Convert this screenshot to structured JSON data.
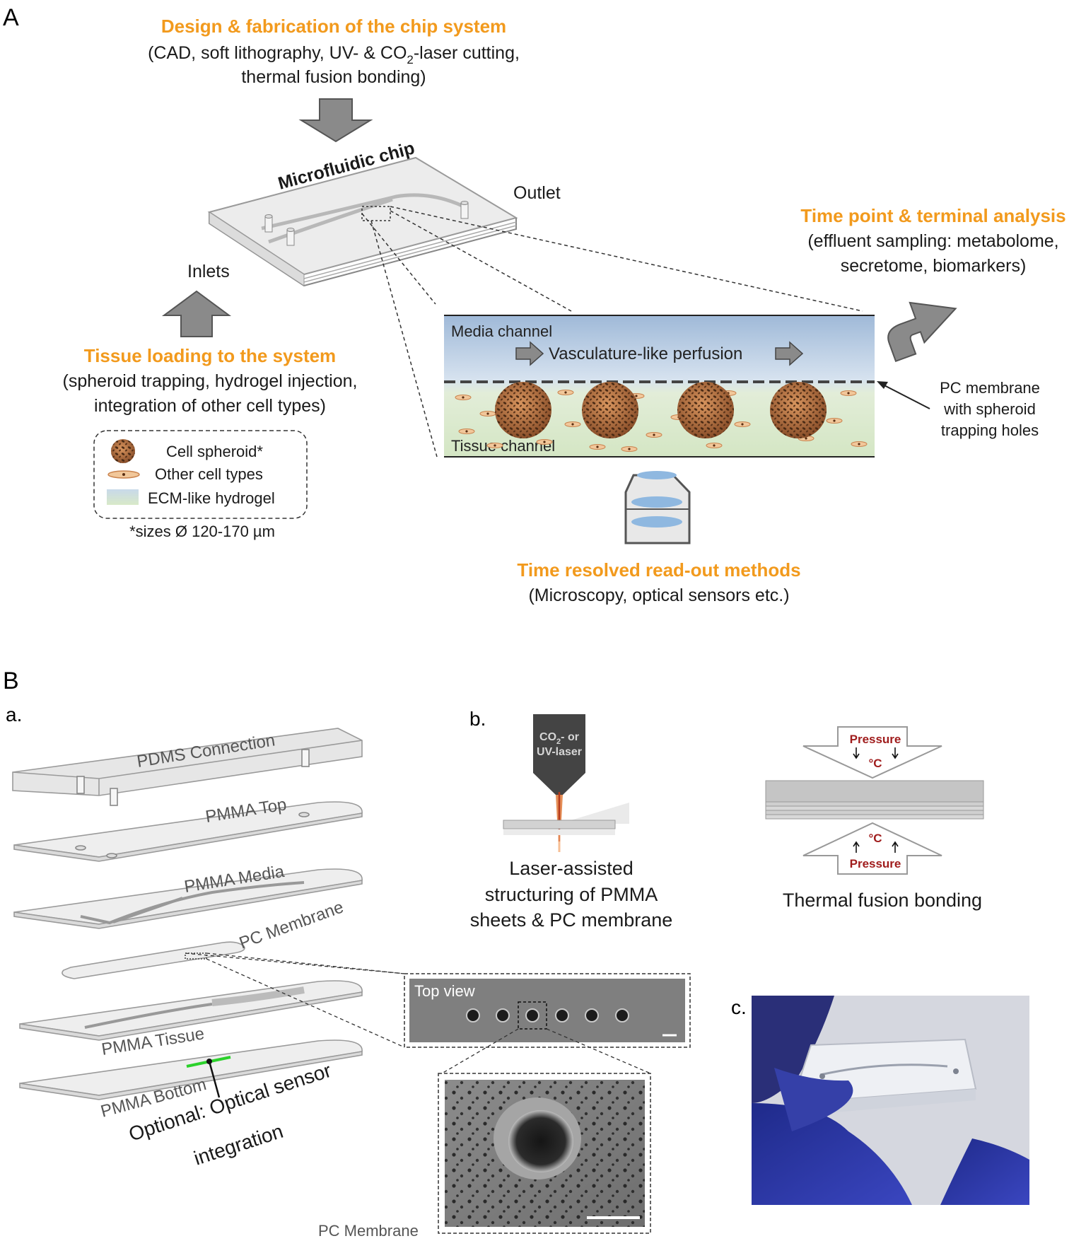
{
  "panel_a": {
    "label": "A",
    "design": {
      "title": "Design & fabrication of the chip system",
      "line1_pre": "(CAD, soft lithography, UV- & CO",
      "line1_sub": "2",
      "line1_post": "-laser cutting,",
      "line2": "thermal fusion bonding)"
    },
    "chip_label": "Microfluidic chip",
    "outlet_label": "Outlet",
    "inlets_label": "Inlets",
    "loading": {
      "title": "Tissue loading to the system",
      "line1": "(spheroid trapping, hydrogel injection,",
      "line2": "integration of other cell types)"
    },
    "legend": {
      "items": [
        "Cell spheroid*",
        "Other cell types",
        "ECM-like hydrogel"
      ],
      "footnote": "*sizes Ø 120-170 µm"
    },
    "channel": {
      "media_label": "Media channel",
      "perfusion_label": "Vasculature-like  perfusion",
      "tissue_label": "Tissue channel"
    },
    "membrane_note": [
      "PC membrane",
      "with spheroid",
      "trapping holes"
    ],
    "terminal": {
      "title": "Time point & terminal analysis",
      "line1": "(effluent sampling: metabolome,",
      "line2": "secretome, biomarkers)"
    },
    "readout": {
      "title": "Time resolved read-out methods",
      "line1": "(Microscopy, optical sensors etc.)"
    }
  },
  "panel_b": {
    "label": "B",
    "sub_a": "a.",
    "sub_b": "b.",
    "sub_c": "c.",
    "layers": [
      "PDMS Connection",
      "PMMA Top",
      "PMMA Media",
      "PC Membrane",
      "PMMA Tissue",
      "PMMA Bottom"
    ],
    "optional_note": [
      "Optional: Optical sensor",
      "integration"
    ],
    "top_view_label": "Top view",
    "sem_label": "PC Membrane",
    "laser": {
      "head_line1_pre": "CO",
      "head_line1_sub": "2",
      "head_line1_post": "- or",
      "head_line2": "UV-laser",
      "caption": [
        "Laser-assisted",
        "structuring of PMMA",
        "sheets & PC membrane"
      ]
    },
    "bonding": {
      "pressure_label": "Pressure",
      "temp_label": "°C",
      "caption": "Thermal fusion bonding"
    }
  },
  "colors": {
    "accent_orange": "#f29a1d",
    "media_blue": "#9fb9d8",
    "tissue_green": "#dfeccf",
    "spheroid_brown": "#b9744a",
    "pressure_red": "#a01d1d",
    "glove_blue": "#2b35a0"
  }
}
